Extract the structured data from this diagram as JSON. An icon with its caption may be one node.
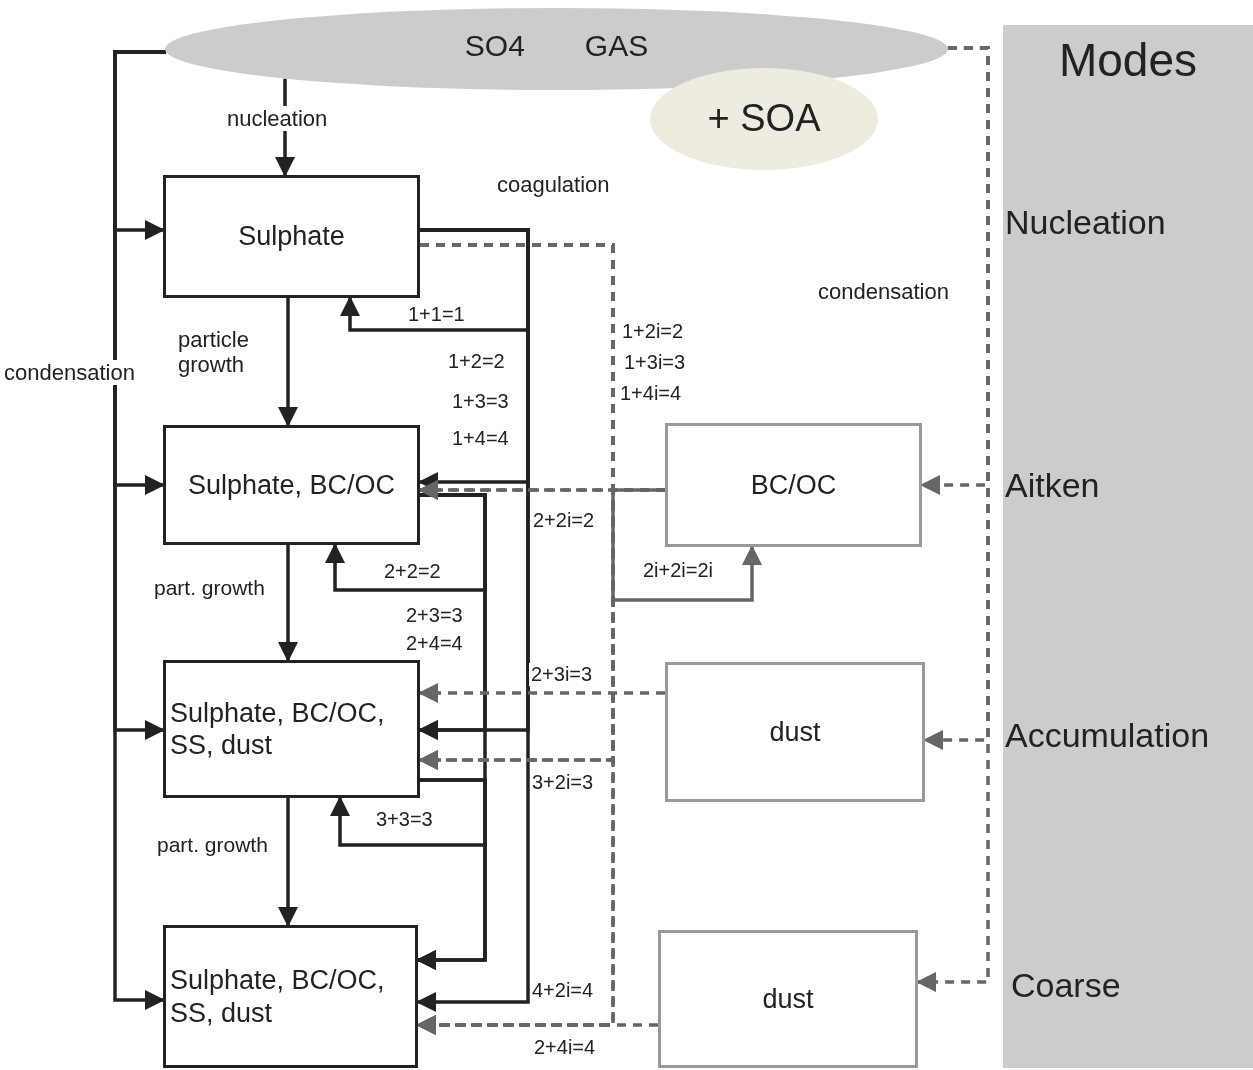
{
  "diagram": {
    "nodes": [
      {
        "text": [
          "SO4",
          "GAS"
        ]
      },
      {
        "text": [
          "+ SOA"
        ]
      },
      {
        "text": [
          "Sulphate"
        ]
      },
      {
        "text": [
          "Sulphate, BC/OC"
        ]
      },
      {
        "text": [
          "Sulphate, BC/OC, SS, dust"
        ]
      },
      {
        "text": [
          "Sulphate, BC/OC, SS, dust"
        ]
      },
      {
        "text": [
          "BC/OC"
        ]
      },
      {
        "text": [
          "dust"
        ]
      },
      {
        "text": [
          "dust"
        ]
      },
      {
        "text": [
          "Modes",
          "Nucleation",
          "Aitken",
          "Accumulation",
          "Coarse"
        ]
      }
    ],
    "edges": [
      {
        "from": 0,
        "to": 2,
        "arrow": "to",
        "label": "nucleation"
      },
      {
        "from": 0,
        "to": 2,
        "arrow": "to"
      },
      {
        "from": 0,
        "to": 3,
        "arrow": "to",
        "label": "condensation"
      },
      {
        "from": 0,
        "to": 4,
        "arrow": "to"
      },
      {
        "from": 0,
        "to": 5,
        "arrow": "to"
      },
      {
        "from": 2,
        "to": 3,
        "arrow": "to",
        "label": "particle growth"
      },
      {
        "from": 3,
        "to": 4,
        "arrow": "to",
        "label": "part. growth"
      },
      {
        "from": 4,
        "to": 5,
        "arrow": "to",
        "label": "part. growth"
      },
      {
        "from": 2,
        "to": 2,
        "arrow": "to",
        "label": "1+1=1"
      },
      {
        "from": 2,
        "to": 3,
        "arrow": "to",
        "label": "1+2=2"
      },
      {
        "from": 2,
        "to": 4,
        "arrow": "to",
        "label": "1+3=3"
      },
      {
        "from": 2,
        "to": 5,
        "arrow": "to",
        "label": "1+4=4"
      },
      {
        "from": 3,
        "to": 3,
        "arrow": "to",
        "label": "2+2=2"
      },
      {
        "from": 3,
        "to": 4,
        "arrow": "to",
        "label": "2+3=3"
      },
      {
        "from": 3,
        "to": 5,
        "arrow": "to",
        "label": "2+4=4"
      },
      {
        "from": 4,
        "to": 4,
        "arrow": "to",
        "label": "3+3=3"
      },
      {
        "from": 4,
        "to": 5,
        "arrow": "to"
      },
      {
        "from": 2,
        "to": 3,
        "arrow": "to",
        "label": "1+2i=2",
        "style": "dashed",
        "color": "#666666"
      },
      {
        "from": 2,
        "to": 4,
        "arrow": "to",
        "label": "1+3i=3",
        "style": "dashed",
        "color": "#666666"
      },
      {
        "from": 2,
        "to": 5,
        "arrow": "to",
        "label": "1+4i=4",
        "style": "dashed",
        "color": "#666666"
      },
      {
        "from": 6,
        "to": 3,
        "arrow": "to",
        "label": "2+2i=2",
        "style": "dashed",
        "color": "#666666"
      },
      {
        "from": 6,
        "to": 6,
        "arrow": "to",
        "label": "2i+2i=2i",
        "color": "#666666"
      },
      {
        "from": 7,
        "to": 4,
        "arrow": "to",
        "label": "2+3i=3",
        "style": "dashed",
        "color": "#666666"
      },
      {
        "from": 6,
        "to": 4,
        "arrow": "to",
        "label": "3+2i=3",
        "style": "dashed",
        "color": "#666666"
      },
      {
        "from": 6,
        "to": 5,
        "arrow": "to",
        "label": "4+2i=4",
        "style": "dashed",
        "color": "#666666"
      },
      {
        "from": 8,
        "to": 5,
        "arrow": "to",
        "label": "2+4i=4",
        "style": "dashed",
        "color": "#666666"
      },
      {
        "from": 0,
        "to": 6,
        "arrow": "to",
        "label": "condensation",
        "style": "dashed",
        "color": "#666666"
      },
      {
        "from": 0,
        "to": 7,
        "arrow": "to",
        "style": "dashed",
        "color": "#666666"
      },
      {
        "from": 0,
        "to": 8,
        "arrow": "to",
        "style": "dashed",
        "color": "#666666"
      }
    ],
    "labels": [
      "coagulation"
    ]
  }
}
